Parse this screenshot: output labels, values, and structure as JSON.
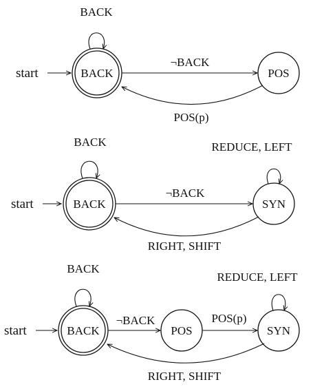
{
  "diagrams": [
    {
      "start_label": "start",
      "states": [
        {
          "id": "back",
          "label": "BACK",
          "accepting": true,
          "initial": true
        },
        {
          "id": "pos",
          "label": "POS",
          "accepting": false,
          "initial": false
        }
      ],
      "transitions": [
        {
          "from": "back",
          "to": "back",
          "label": "BACK"
        },
        {
          "from": "back",
          "to": "pos",
          "label": "¬BACK"
        },
        {
          "from": "pos",
          "to": "back",
          "label": "POS(p)"
        }
      ]
    },
    {
      "start_label": "start",
      "states": [
        {
          "id": "back",
          "label": "BACK",
          "accepting": true,
          "initial": true
        },
        {
          "id": "syn",
          "label": "SYN",
          "accepting": false,
          "initial": false
        }
      ],
      "transitions": [
        {
          "from": "back",
          "to": "back",
          "label": "BACK"
        },
        {
          "from": "syn",
          "to": "syn",
          "label": "REDUCE, LEFT"
        },
        {
          "from": "back",
          "to": "syn",
          "label": "¬BACK"
        },
        {
          "from": "syn",
          "to": "back",
          "label": "RIGHT, SHIFT"
        }
      ]
    },
    {
      "start_label": "start",
      "states": [
        {
          "id": "back",
          "label": "BACK",
          "accepting": true,
          "initial": true
        },
        {
          "id": "pos",
          "label": "POS",
          "accepting": false,
          "initial": false
        },
        {
          "id": "syn",
          "label": "SYN",
          "accepting": false,
          "initial": false
        }
      ],
      "transitions": [
        {
          "from": "back",
          "to": "back",
          "label": "BACK"
        },
        {
          "from": "syn",
          "to": "syn",
          "label": "REDUCE, LEFT"
        },
        {
          "from": "back",
          "to": "pos",
          "label": "¬BACK"
        },
        {
          "from": "pos",
          "to": "syn",
          "label": "POS(p)"
        },
        {
          "from": "syn",
          "to": "back",
          "label": "RIGHT, SHIFT"
        }
      ]
    }
  ]
}
